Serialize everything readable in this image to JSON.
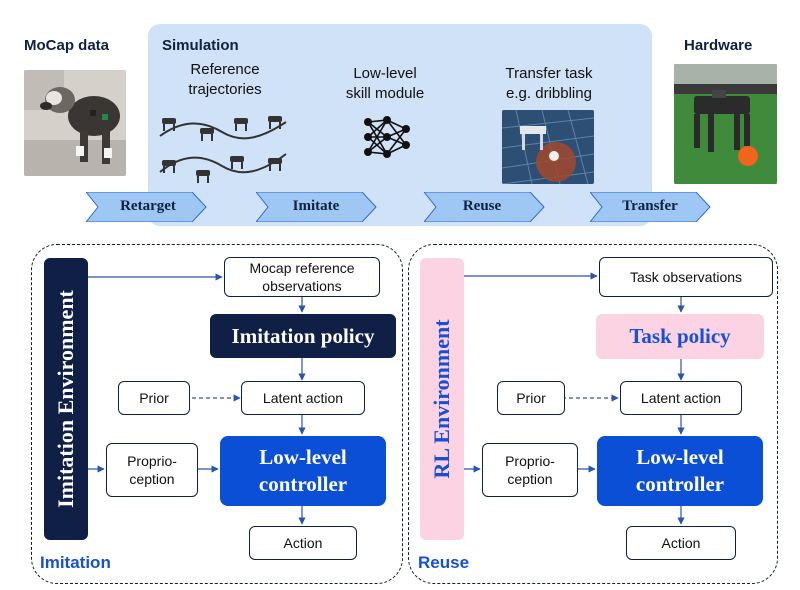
{
  "top": {
    "mocap_title": "MoCap data",
    "simulation_title": "Simulation",
    "hardware_title": "Hardware",
    "reference_caption": "Reference\ntrajectories",
    "skill_caption": "Low-level\nskill module",
    "transfer_caption": "Transfer task\ne.g. dribbling",
    "steps": [
      "Retarget",
      "Imitate",
      "Reuse",
      "Transfer"
    ]
  },
  "imitation": {
    "environment_label": "Imitation Environment",
    "observations": "Mocap reference\nobservations",
    "policy": "Imitation policy",
    "prior": "Prior",
    "latent": "Latent action",
    "proprio": "Proprio-\nception",
    "controller": "Low-level\ncontroller",
    "action": "Action",
    "panel_label": "Imitation"
  },
  "reuse": {
    "environment_label": "RL Environment",
    "observations": "Task observations",
    "policy": "Task policy",
    "prior": "Prior",
    "latent": "Latent action",
    "proprio": "Proprio-\nception",
    "controller": "Low-level\ncontroller",
    "action": "Action",
    "panel_label": "Reuse"
  },
  "colors": {
    "navy": "#0f1f45",
    "blue": "#0b4fd6",
    "pink": "#fbd3e2",
    "sim_bg": "#cfe2f8",
    "chevron": "#9ec8f3"
  },
  "icons": [
    "dog-photo",
    "robot-silhouette-icon",
    "neural-network-icon",
    "dribbling-sim-image",
    "robot-photo"
  ]
}
